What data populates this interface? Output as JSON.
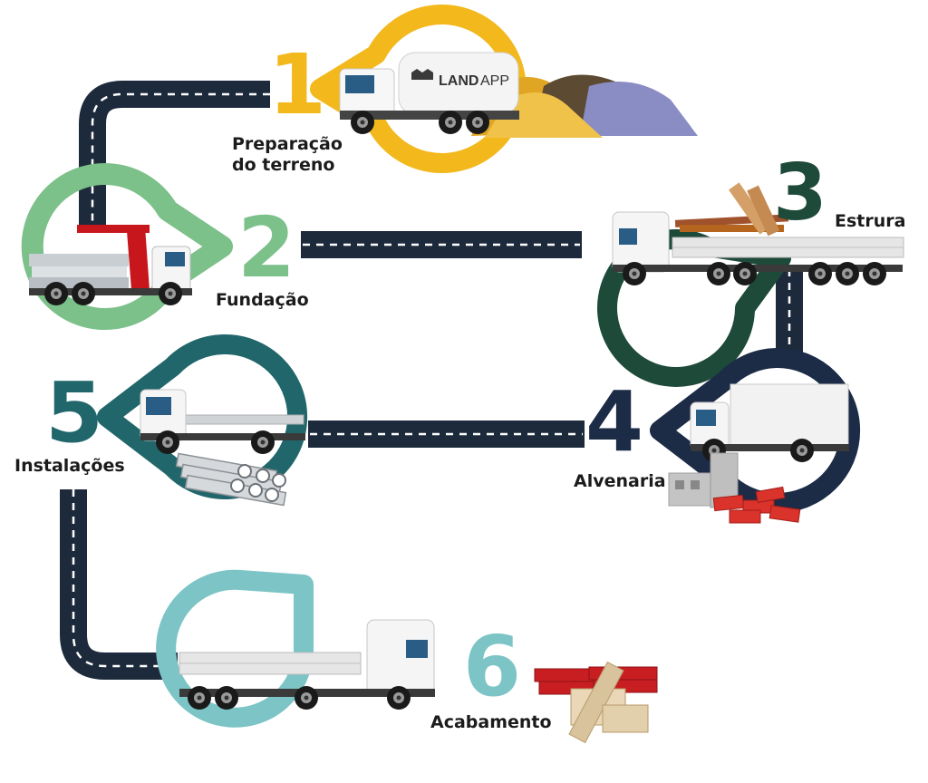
{
  "steps": [
    {
      "number": "1",
      "label_line1": "Preparação",
      "label_line2": "do terreno",
      "color": "#f2b81c"
    },
    {
      "number": "2",
      "label": "Fundação",
      "color": "#7cc08a"
    },
    {
      "number": "3",
      "label": "Estrura",
      "color": "#1e4a3a"
    },
    {
      "number": "4",
      "label": "Alvenaria",
      "color": "#1c2b46"
    },
    {
      "number": "5",
      "label": "Instalações",
      "color": "#21666b"
    },
    {
      "number": "6",
      "label": "Acabamento",
      "color": "#7cc4c6"
    }
  ],
  "truck_logo": "LANDAPP",
  "road_color": "#1d2a3c"
}
